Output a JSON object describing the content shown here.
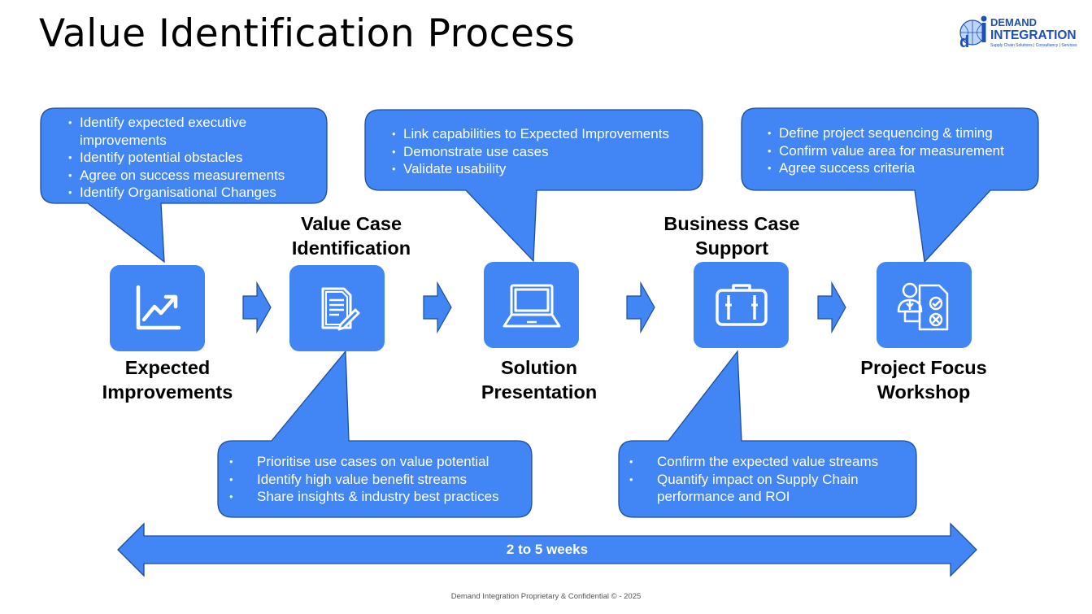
{
  "title": "Value Identification Process",
  "logo": {
    "name_line1": "DEMAND",
    "name_line2": "INTEGRATION",
    "tagline": "Supply Chain Solutions | Consultancy | Services"
  },
  "colors": {
    "accent": "#4285f4",
    "outline": "#1f4e96",
    "text_on_accent": "#ffffff"
  },
  "steps": [
    {
      "label_line1": "Expected",
      "label_line2": "Improvements",
      "icon": "trend-chart-icon"
    },
    {
      "label_line1": "Value Case",
      "label_line2": "Identification",
      "icon": "document-pen-icon"
    },
    {
      "label_line1": "Solution",
      "label_line2": "Presentation",
      "icon": "laptop-icon"
    },
    {
      "label_line1": "Business Case",
      "label_line2": "Support",
      "icon": "briefcase-icon"
    },
    {
      "label_line1": "Project Focus",
      "label_line2": "Workshop",
      "icon": "workshop-checklist-icon"
    }
  ],
  "callouts": {
    "expected_improvements": [
      "Identify expected executive improvements",
      "Identify potential obstacles",
      "Agree on success measurements",
      "Identify Organisational Changes"
    ],
    "solution_presentation": [
      "Link capabilities to Expected Improvements",
      "Demonstrate use cases",
      "Validate usability"
    ],
    "project_focus_workshop": [
      "Define project sequencing & timing",
      "Confirm value area for measurement",
      "Agree success criteria"
    ],
    "value_case_identification": [
      "Prioritise use cases on value potential",
      "Identify high value benefit streams",
      "Share insights & industry best practices"
    ],
    "business_case_support": [
      "Confirm the expected value streams",
      "Quantify impact on Supply Chain performance and ROI"
    ]
  },
  "timeline": {
    "label": "2 to 5 weeks"
  },
  "footer": "Demand Integration Proprietary & Confidential © - 2025"
}
